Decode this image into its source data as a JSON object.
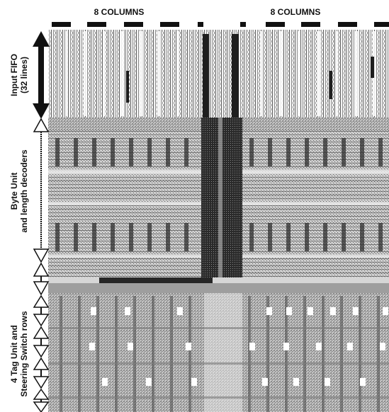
{
  "header": {
    "left_label": "8 COLUMNS",
    "right_label": "8 COLUMNS"
  },
  "sections": [
    {
      "label_line1": "Input FIFO",
      "label_line2": "(32 lines)"
    },
    {
      "label_line1": "Byte Unit",
      "label_line2": "and length decoders"
    },
    {
      "label_line1": "4 Tag Unit and",
      "label_line2": "Steering Switch rows"
    }
  ],
  "colors": {
    "ink": "#111111",
    "die_light": "#f2f2f2",
    "die_mid": "#bdbdbd",
    "die_dark": "#3a3a3a",
    "arrow": "#111111"
  }
}
